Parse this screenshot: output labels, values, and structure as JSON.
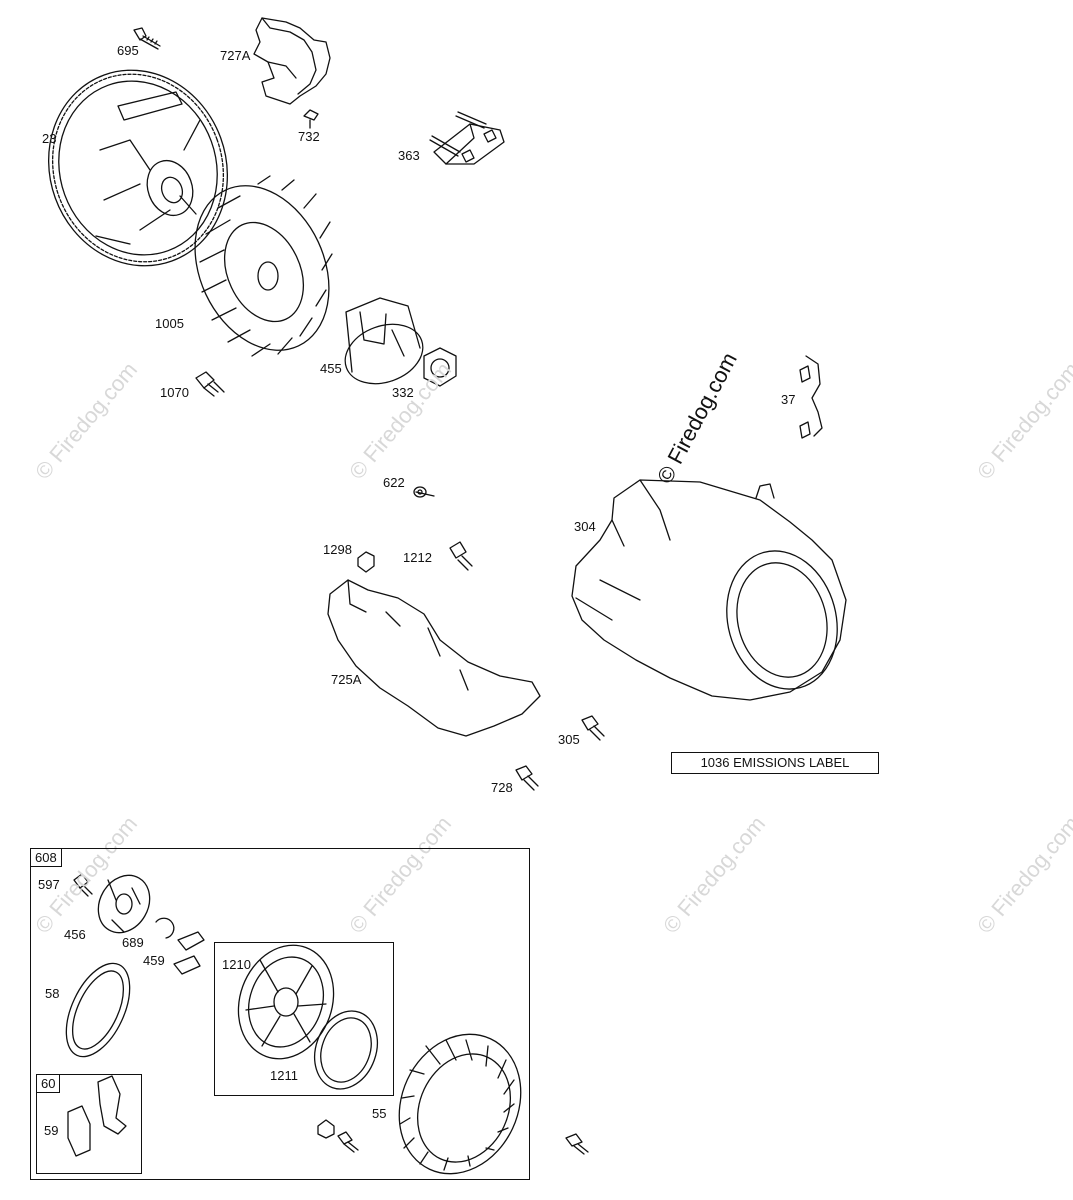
{
  "watermark": "© Firedog.com",
  "emissions_label": "1036 EMISSIONS LABEL",
  "parts": {
    "p695": "695",
    "p727A": "727A",
    "p23": "23",
    "p732": "732",
    "p363": "363",
    "p1005": "1005",
    "p455": "455",
    "p332": "332",
    "p1070": "1070",
    "p37": "37",
    "p622": "622",
    "p304": "304",
    "p1298": "1298",
    "p1212": "1212",
    "p725A": "725A",
    "p305": "305",
    "p728": "728",
    "p597": "597",
    "p456": "456",
    "p689": "689",
    "p459": "459",
    "p1210": "1210",
    "p58": "58",
    "p1211": "1211",
    "p55": "55",
    "p59": "59"
  },
  "groups": {
    "g608": "608",
    "g60": "60"
  }
}
